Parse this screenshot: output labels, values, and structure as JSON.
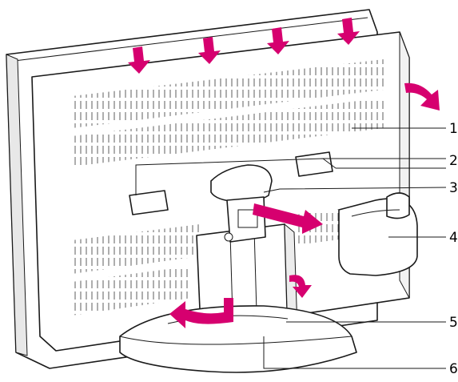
{
  "callouts": [
    {
      "label": "1"
    },
    {
      "label": "2"
    },
    {
      "label": "3"
    },
    {
      "label": "4"
    },
    {
      "label": "5"
    },
    {
      "label": "6"
    }
  ],
  "colors": {
    "arrow": "#d6006f",
    "outline": "#1a1a1a",
    "panel": "#ffffff",
    "shadow": "#d9d9d9"
  }
}
